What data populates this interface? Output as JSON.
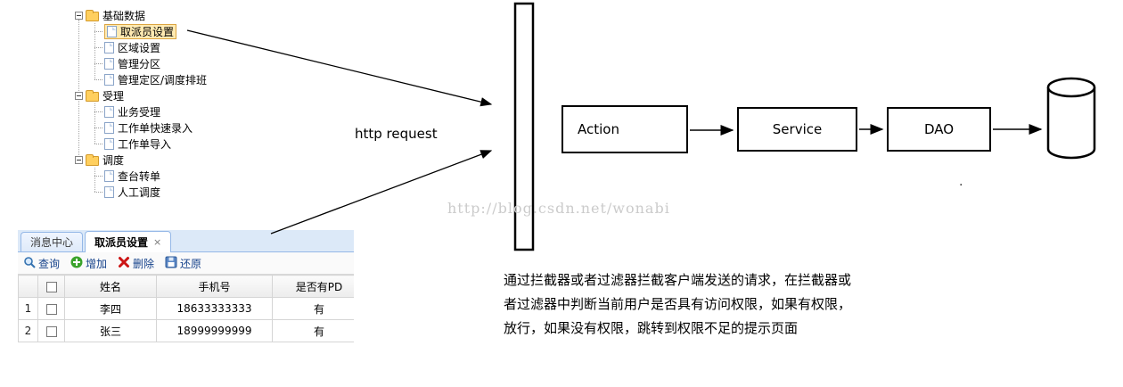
{
  "tree": {
    "items": [
      {
        "label": "基础数据"
      },
      {
        "label": "取派员设置"
      },
      {
        "label": "区域设置"
      },
      {
        "label": "管理分区"
      },
      {
        "label": "管理定区/调度排班"
      },
      {
        "label": "受理"
      },
      {
        "label": "业务受理"
      },
      {
        "label": "工作单快速录入"
      },
      {
        "label": "工作单导入"
      },
      {
        "label": "调度"
      },
      {
        "label": "查台转单"
      },
      {
        "label": "人工调度"
      }
    ]
  },
  "panel": {
    "tabs": [
      {
        "label": "消息中心"
      },
      {
        "label": "取派员设置",
        "close": "×"
      }
    ],
    "toolbar": {
      "buttons": [
        {
          "label": "查询"
        },
        {
          "label": "增加"
        },
        {
          "label": "删除"
        },
        {
          "label": "还原"
        }
      ]
    },
    "table": {
      "headers": [
        "姓名",
        "手机号",
        "是否有PD"
      ],
      "rows": [
        {
          "num": "1",
          "name": "李四",
          "phone": "18633333333",
          "pda": "有"
        },
        {
          "num": "2",
          "name": "张三",
          "phone": "18999999999",
          "pda": "有"
        }
      ]
    }
  },
  "diagram": {
    "http_request_label": "http request",
    "boxes": [
      {
        "label": "Action"
      },
      {
        "label": "Service"
      },
      {
        "label": "DAO"
      }
    ],
    "watermark": "http://blog.csdn.net/wonabi",
    "dot": "."
  },
  "description": {
    "lines": [
      "通过拦截器或者过滤器拦截客户端发送的请求，在拦截器或",
      "者过滤器中判断当前用户是否具有访问权限，如果有权限，",
      "放行，如果没有权限，跳转到权限不足的提示页面"
    ]
  },
  "colors": {
    "selection_bg": "#ffeab2",
    "selection_border": "#dba440",
    "tab_border": "#95b8e7",
    "toolbar_text": "#15428b"
  }
}
